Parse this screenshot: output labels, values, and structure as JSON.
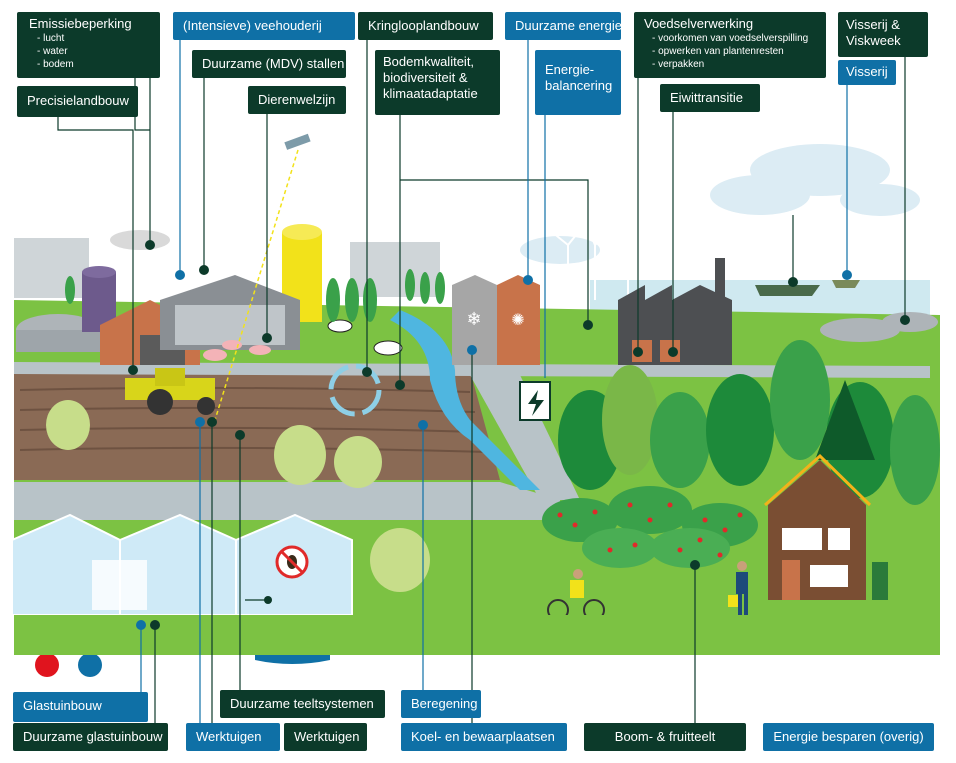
{
  "labels": {
    "emissie": {
      "title": "Emissiebeperking",
      "items": [
        "- lucht",
        "- water",
        "- bodem"
      ]
    },
    "veehouderij": "(Intensieve) veehouderij",
    "kringloop": "Kringlooplandbouw",
    "duurzame_energie": "Duurzame energie",
    "voedselverwerking": {
      "title": "Voedselverwerking",
      "items": [
        "- voorkomen van voedselverspilling",
        "- opwerken van plantenresten",
        "- verpakken"
      ]
    },
    "visserij_viskweek": "Visserij & Viskweek",
    "visserij": "Visserij",
    "mdv_stallen": "Duurzame (MDV) stallen",
    "bodemkwaliteit": [
      "Bodemkwaliteit,",
      "biodiversiteit &",
      "klimaatadaptatie"
    ],
    "energiebalancering": [
      "Energie-",
      "balancering"
    ],
    "precisielandbouw": "Precisielandbouw",
    "dierenwelzijn": "Dierenwelzijn",
    "eiwittransitie": "Eiwittransitie",
    "glastuinbouw": "Glastuinbouw",
    "duurzame_teeltsystemen": "Duurzame teeltsystemen",
    "beregening": "Beregening",
    "duurzame_glastuinbouw": "Duurzame glastuinbouw",
    "werktuigen_blue": "Werktuigen",
    "werktuigen_green": "Werktuigen",
    "koel_bewaar": "Koel- en bewaarplaatsen",
    "boom_fruit": "Boom- & fruitteelt",
    "energie_besparen": "Energie besparen (overig)"
  },
  "colors": {
    "label_green": "#0c3a2a",
    "label_blue": "#0f70a6",
    "grass": "#7cc243",
    "water": "#bfe6f2",
    "soil": "#8a6a55"
  }
}
